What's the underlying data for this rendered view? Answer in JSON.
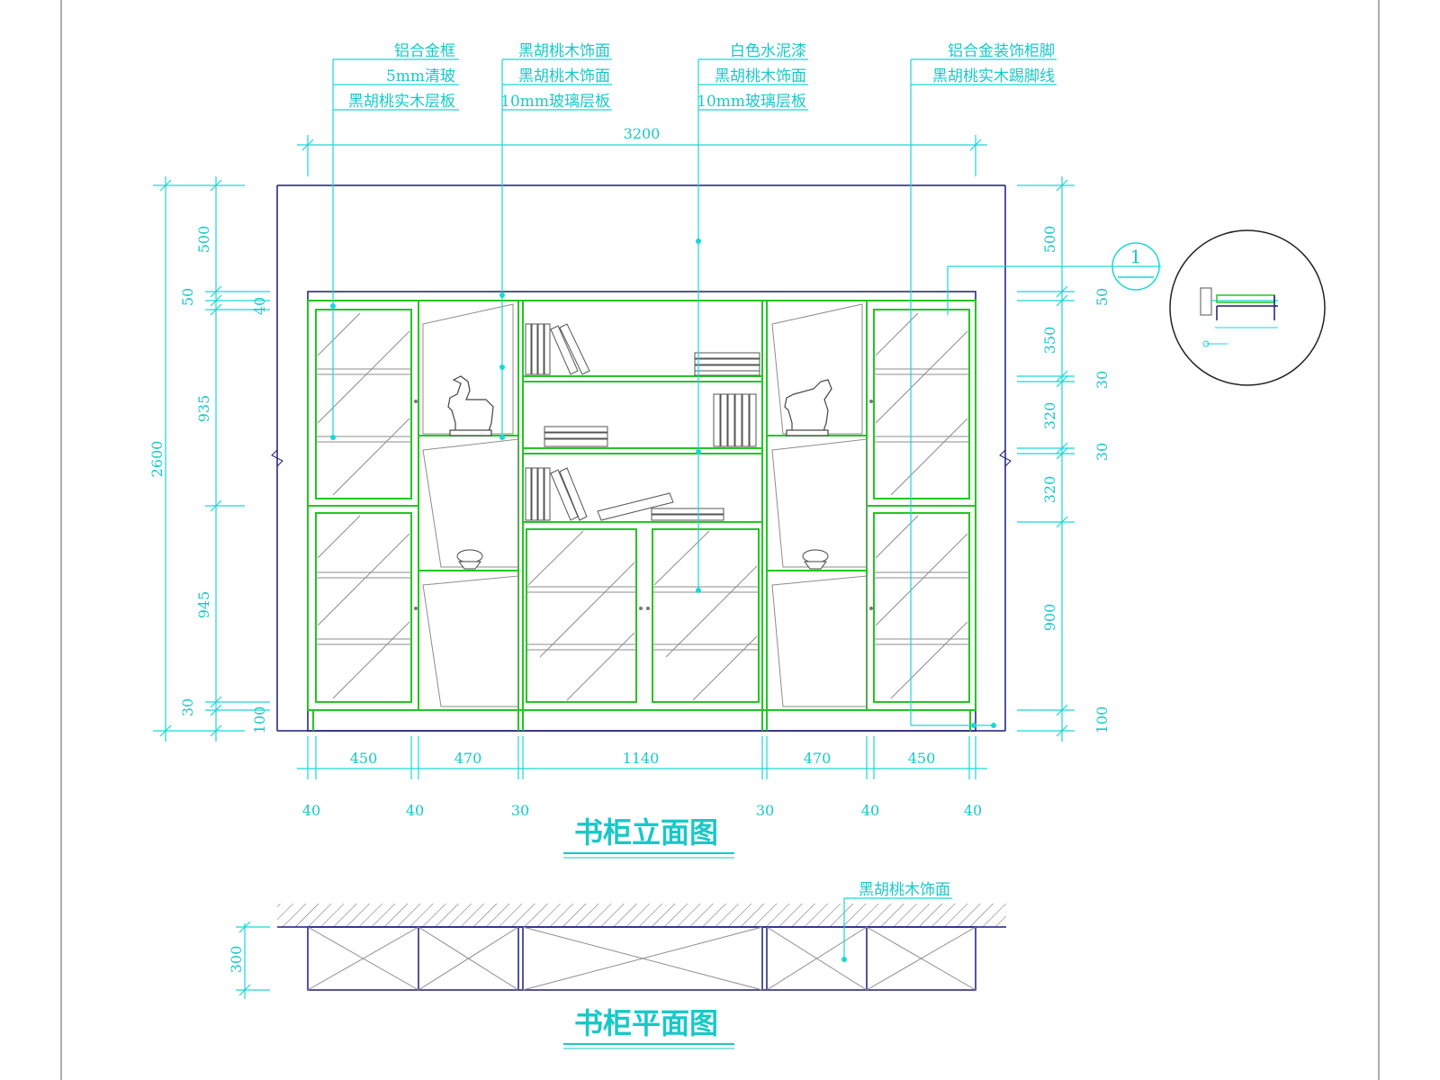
{
  "elevation": {
    "title": "书柜立面图",
    "labels_top_left": [
      "铝合金框",
      "5mm清玻",
      "黑胡桃实木层板"
    ],
    "labels_top_mid_left": [
      "黑胡桃木饰面",
      "黑胡桃木饰面",
      "10mm玻璃层板"
    ],
    "labels_top_mid_right": [
      "白色水泥漆",
      "黑胡桃木饰面",
      "10mm玻璃层板"
    ],
    "labels_top_right": [
      "铝合金装饰柜脚",
      "黑胡桃实木踢脚线"
    ],
    "overall_width": "3200",
    "left_dims": {
      "total": "2600",
      "d500": "500",
      "d50": "50",
      "d40": "40",
      "d935": "935",
      "d945": "945",
      "d30": "30",
      "d100": "100"
    },
    "right_dims": [
      "500",
      "50",
      "350",
      "30",
      "320",
      "30",
      "320",
      "900",
      "100"
    ],
    "bottom_dims": [
      "450",
      "470",
      "1140",
      "470",
      "450"
    ],
    "bottom_gaps": [
      "40",
      "40",
      "30",
      "30",
      "40",
      "40"
    ],
    "detail_ref": "1"
  },
  "plan": {
    "title": "书柜平面图",
    "label": "黑胡桃木饰面",
    "depth": "300"
  },
  "colors": {
    "cyan": "#19d7d7",
    "green": "#22c722",
    "navy": "#1c1c7a",
    "gray": "#8c8c8c"
  }
}
